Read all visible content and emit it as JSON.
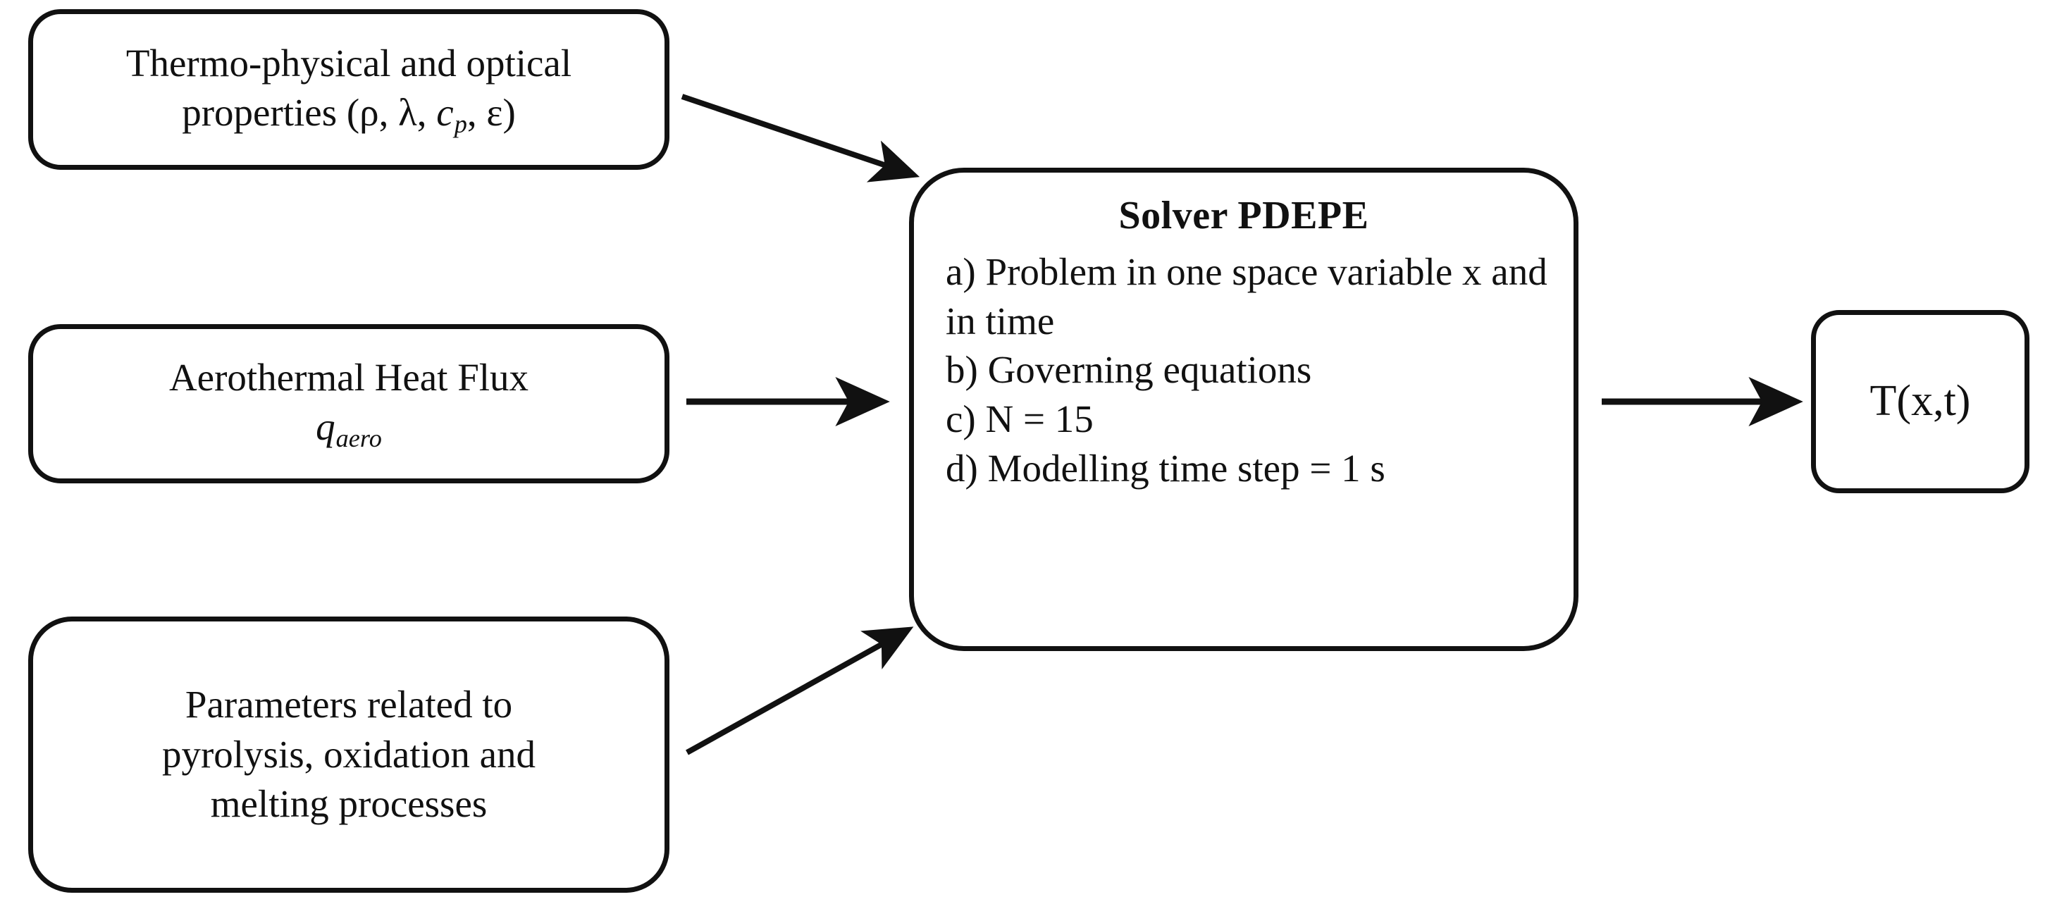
{
  "diagram": {
    "title": "Thermal model solver flow diagram",
    "background_color": "#ffffff",
    "stroke_color": "#111111",
    "nodes": {
      "properties": {
        "id": "thermo-physical-properties",
        "line1": "Thermo-physical and optical",
        "line2_prefix": "properties (ρ, λ, ",
        "line2_symbol": "c",
        "line2_subscript": "p",
        "line2_suffix": ", ε)",
        "full_text": "Thermo-physical and optical properties (ρ, λ, c_p, ε)"
      },
      "heatflux": {
        "id": "aerothermal-heat-flux",
        "line1": "Aerothermal Heat Flux",
        "line2_symbol": "q",
        "line2_subscript": "aero",
        "full_text": "Aerothermal Heat Flux q_aero"
      },
      "parameters": {
        "id": "pyrolysis-oxidation-melting-parameters",
        "line1": "Parameters related to",
        "line2": "pyrolysis, oxidation and",
        "line3": "melting processes",
        "full_text": "Parameters related to pyrolysis, oxidation and melting processes"
      },
      "solver": {
        "id": "solver-pdepe",
        "title": "Solver PDEPE",
        "items": [
          "a) Problem in one space variable x and in time",
          "b) Governing equations",
          "c) N = 15",
          "d) Modelling time step = 1 s"
        ],
        "item_lines": [
          "a) Problem in one space",
          "variable x and in time",
          "b) Governing equations",
          "c) N = 15",
          "d) Modelling time step = 1 s"
        ]
      },
      "output": {
        "id": "temperature-output",
        "label": "T(x,t)"
      }
    },
    "edges": [
      {
        "id": "edge-properties-to-solver",
        "from": "properties",
        "to": "solver",
        "label": "",
        "style": "solid-arrow",
        "direction": "diagonal-down-right"
      },
      {
        "id": "edge-heatflux-to-solver",
        "from": "heatflux",
        "to": "solver",
        "label": "",
        "style": "solid-arrow",
        "direction": "horizontal-right"
      },
      {
        "id": "edge-parameters-to-solver",
        "from": "parameters",
        "to": "solver",
        "label": "",
        "style": "solid-arrow",
        "direction": "diagonal-up-right"
      },
      {
        "id": "edge-solver-to-output",
        "from": "solver",
        "to": "output",
        "label": "",
        "style": "solid-arrow",
        "direction": "horizontal-right"
      }
    ]
  }
}
